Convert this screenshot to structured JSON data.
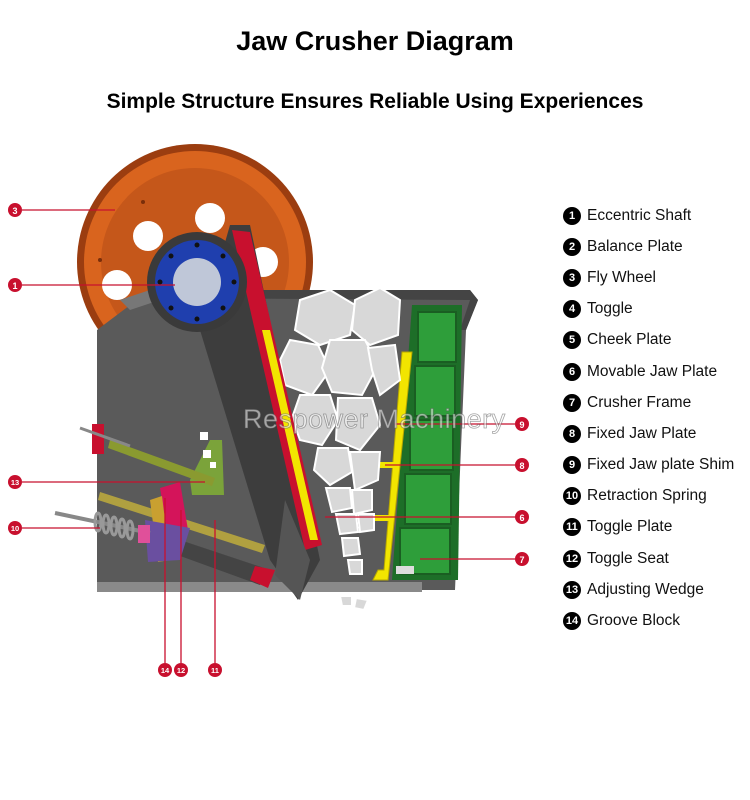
{
  "title": "Jaw Crusher Diagram",
  "subtitle": "Simple Structure Ensures Reliable Using Experiences",
  "watermark": "Respower Machinery",
  "colors": {
    "callout": "#c8102e",
    "flywheel": "#d9641e",
    "frame": "#555555",
    "jaw_plate": "#2e9e3a",
    "liner": "#f2e500",
    "rock": "#d8d8d8",
    "shaft": "#1f3fae"
  },
  "legend": [
    {
      "num": "1",
      "label": "Eccentric Shaft"
    },
    {
      "num": "2",
      "label": "Balance Plate"
    },
    {
      "num": "3",
      "label": "Fly Wheel"
    },
    {
      "num": "4",
      "label": "Toggle"
    },
    {
      "num": "5",
      "label": "Cheek Plate"
    },
    {
      "num": "6",
      "label": "Movable Jaw Plate"
    },
    {
      "num": "7",
      "label": "Crusher Frame"
    },
    {
      "num": "8",
      "label": "Fixed Jaw Plate"
    },
    {
      "num": "9",
      "label": "Fixed Jaw plate Shim"
    },
    {
      "num": "10",
      "label": "Retraction Spring"
    },
    {
      "num": "11",
      "label": "Toggle Plate"
    },
    {
      "num": "12",
      "label": "Toggle Seat"
    },
    {
      "num": "13",
      "label": "Adjusting Wedge"
    },
    {
      "num": "14",
      "label": "Groove Block"
    }
  ],
  "callouts": {
    "c3": "3",
    "c1": "1",
    "c13": "13",
    "c10": "10",
    "c9": "9",
    "c8": "8",
    "c6": "6",
    "c7": "7",
    "c14": "14",
    "c12": "12",
    "c11": "11"
  }
}
